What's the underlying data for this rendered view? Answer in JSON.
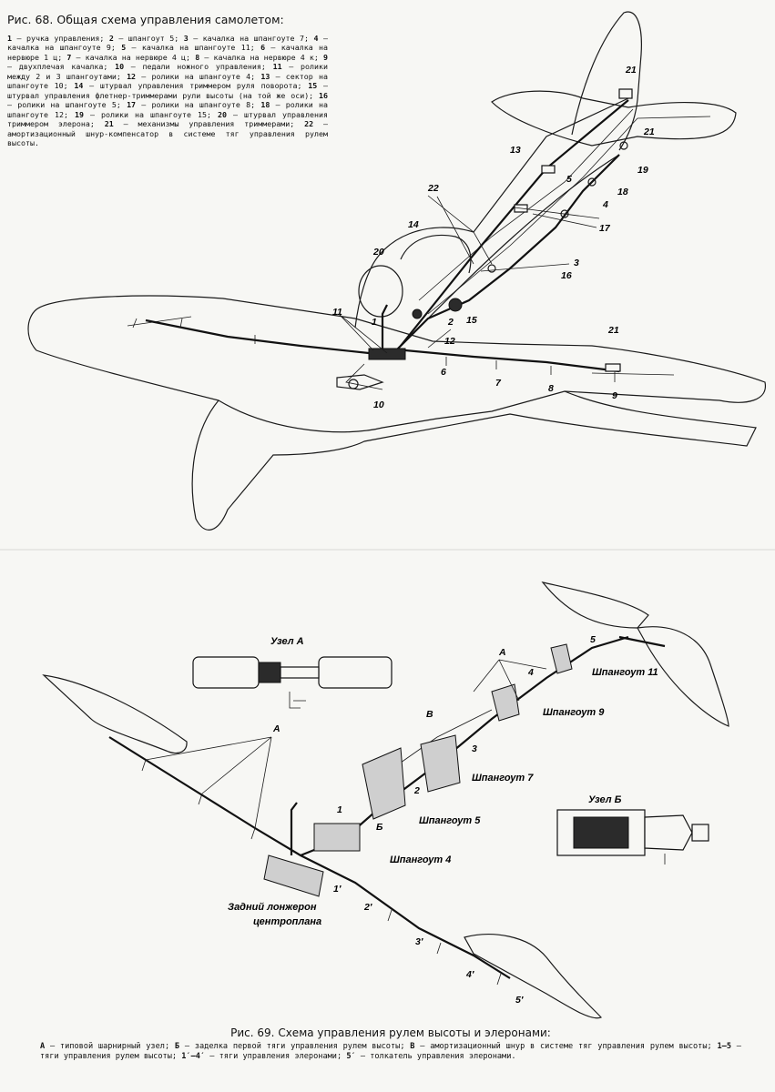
{
  "fig68": {
    "label": "Рис. 68.",
    "title": "Общая схема управления самолетом:",
    "legend": [
      {
        "n": "1",
        "t": "ручка управления;"
      },
      {
        "n": "2",
        "t": "шпангоут 5;"
      },
      {
        "n": "3",
        "t": "качалка на шпангоуте 7;"
      },
      {
        "n": "4",
        "t": "качалка на шпангоуте 9;"
      },
      {
        "n": "5",
        "t": "качалка на шпангоуте 11;"
      },
      {
        "n": "6",
        "t": "качалка на нервюре 1 ц;"
      },
      {
        "n": "7",
        "t": "качалка на нервюре 4 ц;"
      },
      {
        "n": "8",
        "t": "качалка на нервюре 4 к;"
      },
      {
        "n": "9",
        "t": "двухплечая качалка;"
      },
      {
        "n": "10",
        "t": "педали ножного управления;"
      },
      {
        "n": "11",
        "t": "ролики между 2 и 3 шпангоутами;"
      },
      {
        "n": "12",
        "t": "ролики на шпангоуте 4;"
      },
      {
        "n": "13",
        "t": "сектор на шпангоуте 10;"
      },
      {
        "n": "14",
        "t": "штурвал управления триммером руля поворота;"
      },
      {
        "n": "15",
        "t": "штурвал управления флетнер-триммерами рули высоты (на той же оси);"
      },
      {
        "n": "16",
        "t": "ролики на шпангоуте 5;"
      },
      {
        "n": "17",
        "t": "ролики на шпангоуте 8;"
      },
      {
        "n": "18",
        "t": "ролики на шпангоуте 12;"
      },
      {
        "n": "19",
        "t": "ролики на шпангоуте 15;"
      },
      {
        "n": "20",
        "t": "штурвал управления триммером элерона;"
      },
      {
        "n": "21",
        "t": "механизмы управления триммерами;"
      },
      {
        "n": "22",
        "t": "амортизационный шнур-компенсатор в системе тяг управления рулем высоты."
      }
    ],
    "callouts": [
      "1",
      "2",
      "3",
      "4",
      "5",
      "6",
      "7",
      "8",
      "9",
      "10",
      "11",
      "12",
      "13",
      "14",
      "15",
      "16",
      "17",
      "18",
      "19",
      "20",
      "21",
      "22"
    ]
  },
  "fig69": {
    "label": "Рис. 69.",
    "title": "Схема управления рулем высоты и элеронами:",
    "legend": [
      {
        "n": "А",
        "t": "типовой шарнирный узел;"
      },
      {
        "n": "Б",
        "t": "заделка первой тяги управления рулем высоты;"
      },
      {
        "n": "В",
        "t": "амортизационный шнур в системе тяг управления рулем высоты;"
      },
      {
        "n": "1—5",
        "t": "тяги управления рулем высоты;"
      },
      {
        "n": "1′—4′",
        "t": "тяги управления элеронами;"
      },
      {
        "n": "5′",
        "t": "толкатель управления элеронами."
      }
    ],
    "labels": {
      "uzel_a": "Узел А",
      "uzel_b": "Узел Б",
      "sp4": "Шпангоут 4",
      "sp5": "Шпангоут 5",
      "sp7": "Шпангоут 7",
      "sp9": "Шпангоут 9",
      "sp11": "Шпангоут 11",
      "spar1": "Задний лонжерон",
      "spar2": "центроплана"
    },
    "callouts": {
      "A": "А",
      "B": "Б",
      "V": "В",
      "n1": "1",
      "n2": "2",
      "n3": "3",
      "n4": "4",
      "n5": "5",
      "p1": "1′",
      "p2": "2′",
      "p3": "3′",
      "p4": "4′",
      "p5": "5′"
    }
  }
}
